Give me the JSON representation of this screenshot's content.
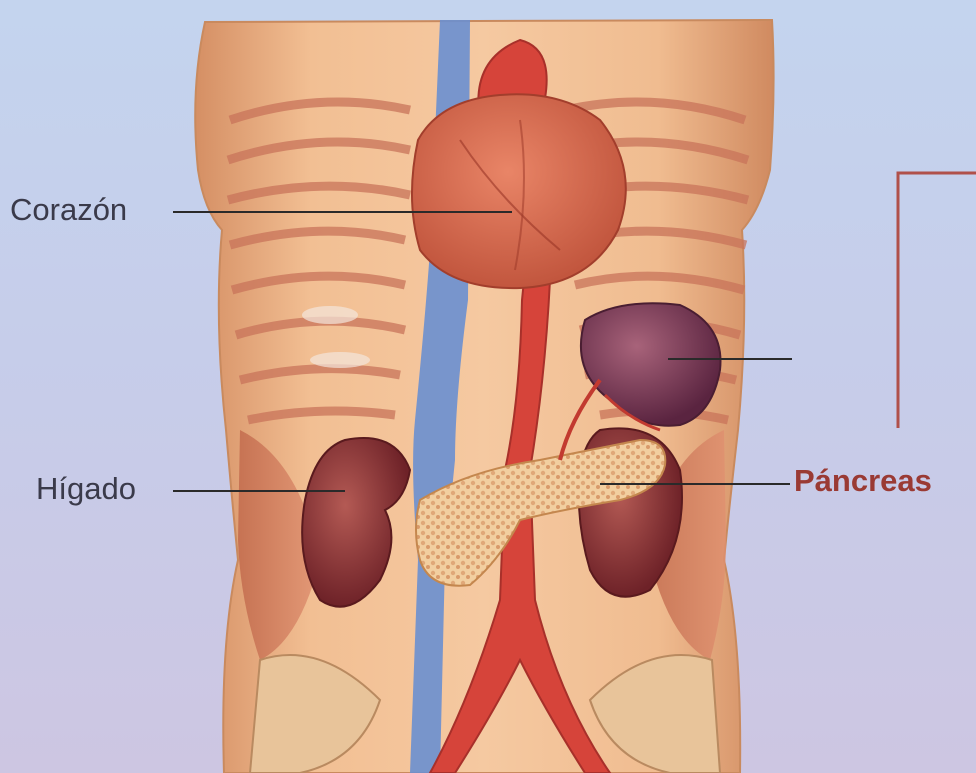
{
  "labels": {
    "heart": "Corazón",
    "liver": "Hígado",
    "pancreas": "Páncreas",
    "unlabeled_organ": ""
  },
  "colors": {
    "background_top": "#c4d4ee",
    "background_bottom": "#cdc6e2",
    "label_text": "#3a3a4a",
    "highlight_label": "#9a3a34",
    "bracket_line": "#b0504a",
    "leader_line": "#2a2a2a"
  },
  "illustration": {
    "subject": "human-torso-anatomy",
    "organs": [
      "heart",
      "aorta",
      "vena-cava",
      "spleen",
      "kidney-left",
      "kidney-right",
      "pancreas",
      "ribs",
      "pelvis"
    ]
  }
}
